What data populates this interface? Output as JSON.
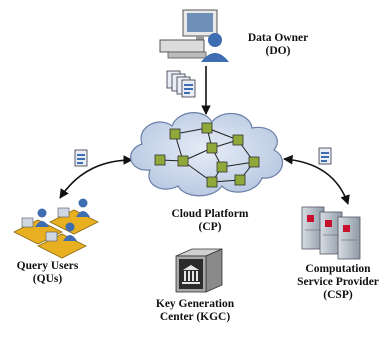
{
  "diagram": {
    "nodes": {
      "data_owner": {
        "name": "Data Owner",
        "abbr": "(DO)"
      },
      "cloud_platform": {
        "name": "Cloud Platform",
        "abbr": "(CP)"
      },
      "query_users": {
        "name": "Query Users",
        "abbr": "(QUs)"
      },
      "csp": {
        "name_line1": "Computation",
        "name_line2": "Service Provider",
        "abbr": "(CSP)"
      },
      "kgc": {
        "name_line1": "Key Generation",
        "name_line2": "Center (KGC)"
      }
    },
    "icons": {
      "data_owner": "desktop-computer-with-user-icon",
      "documents": "encrypted-document-icon",
      "cloud": "cloud-network-icon",
      "query_users": "users-at-desks-icon",
      "csp": "server-rack-icon",
      "kgc": "key-center-building-icon"
    },
    "colors": {
      "cloud_fill": "#c9d6ea",
      "cloud_stroke": "#6a7fa8",
      "node_fill": "#8fa83a",
      "edge": "#222222",
      "server": "#a7b2bc",
      "server_accent": "#c8102e",
      "user": "#3f6db1",
      "desk": "#e8b020"
    }
  }
}
